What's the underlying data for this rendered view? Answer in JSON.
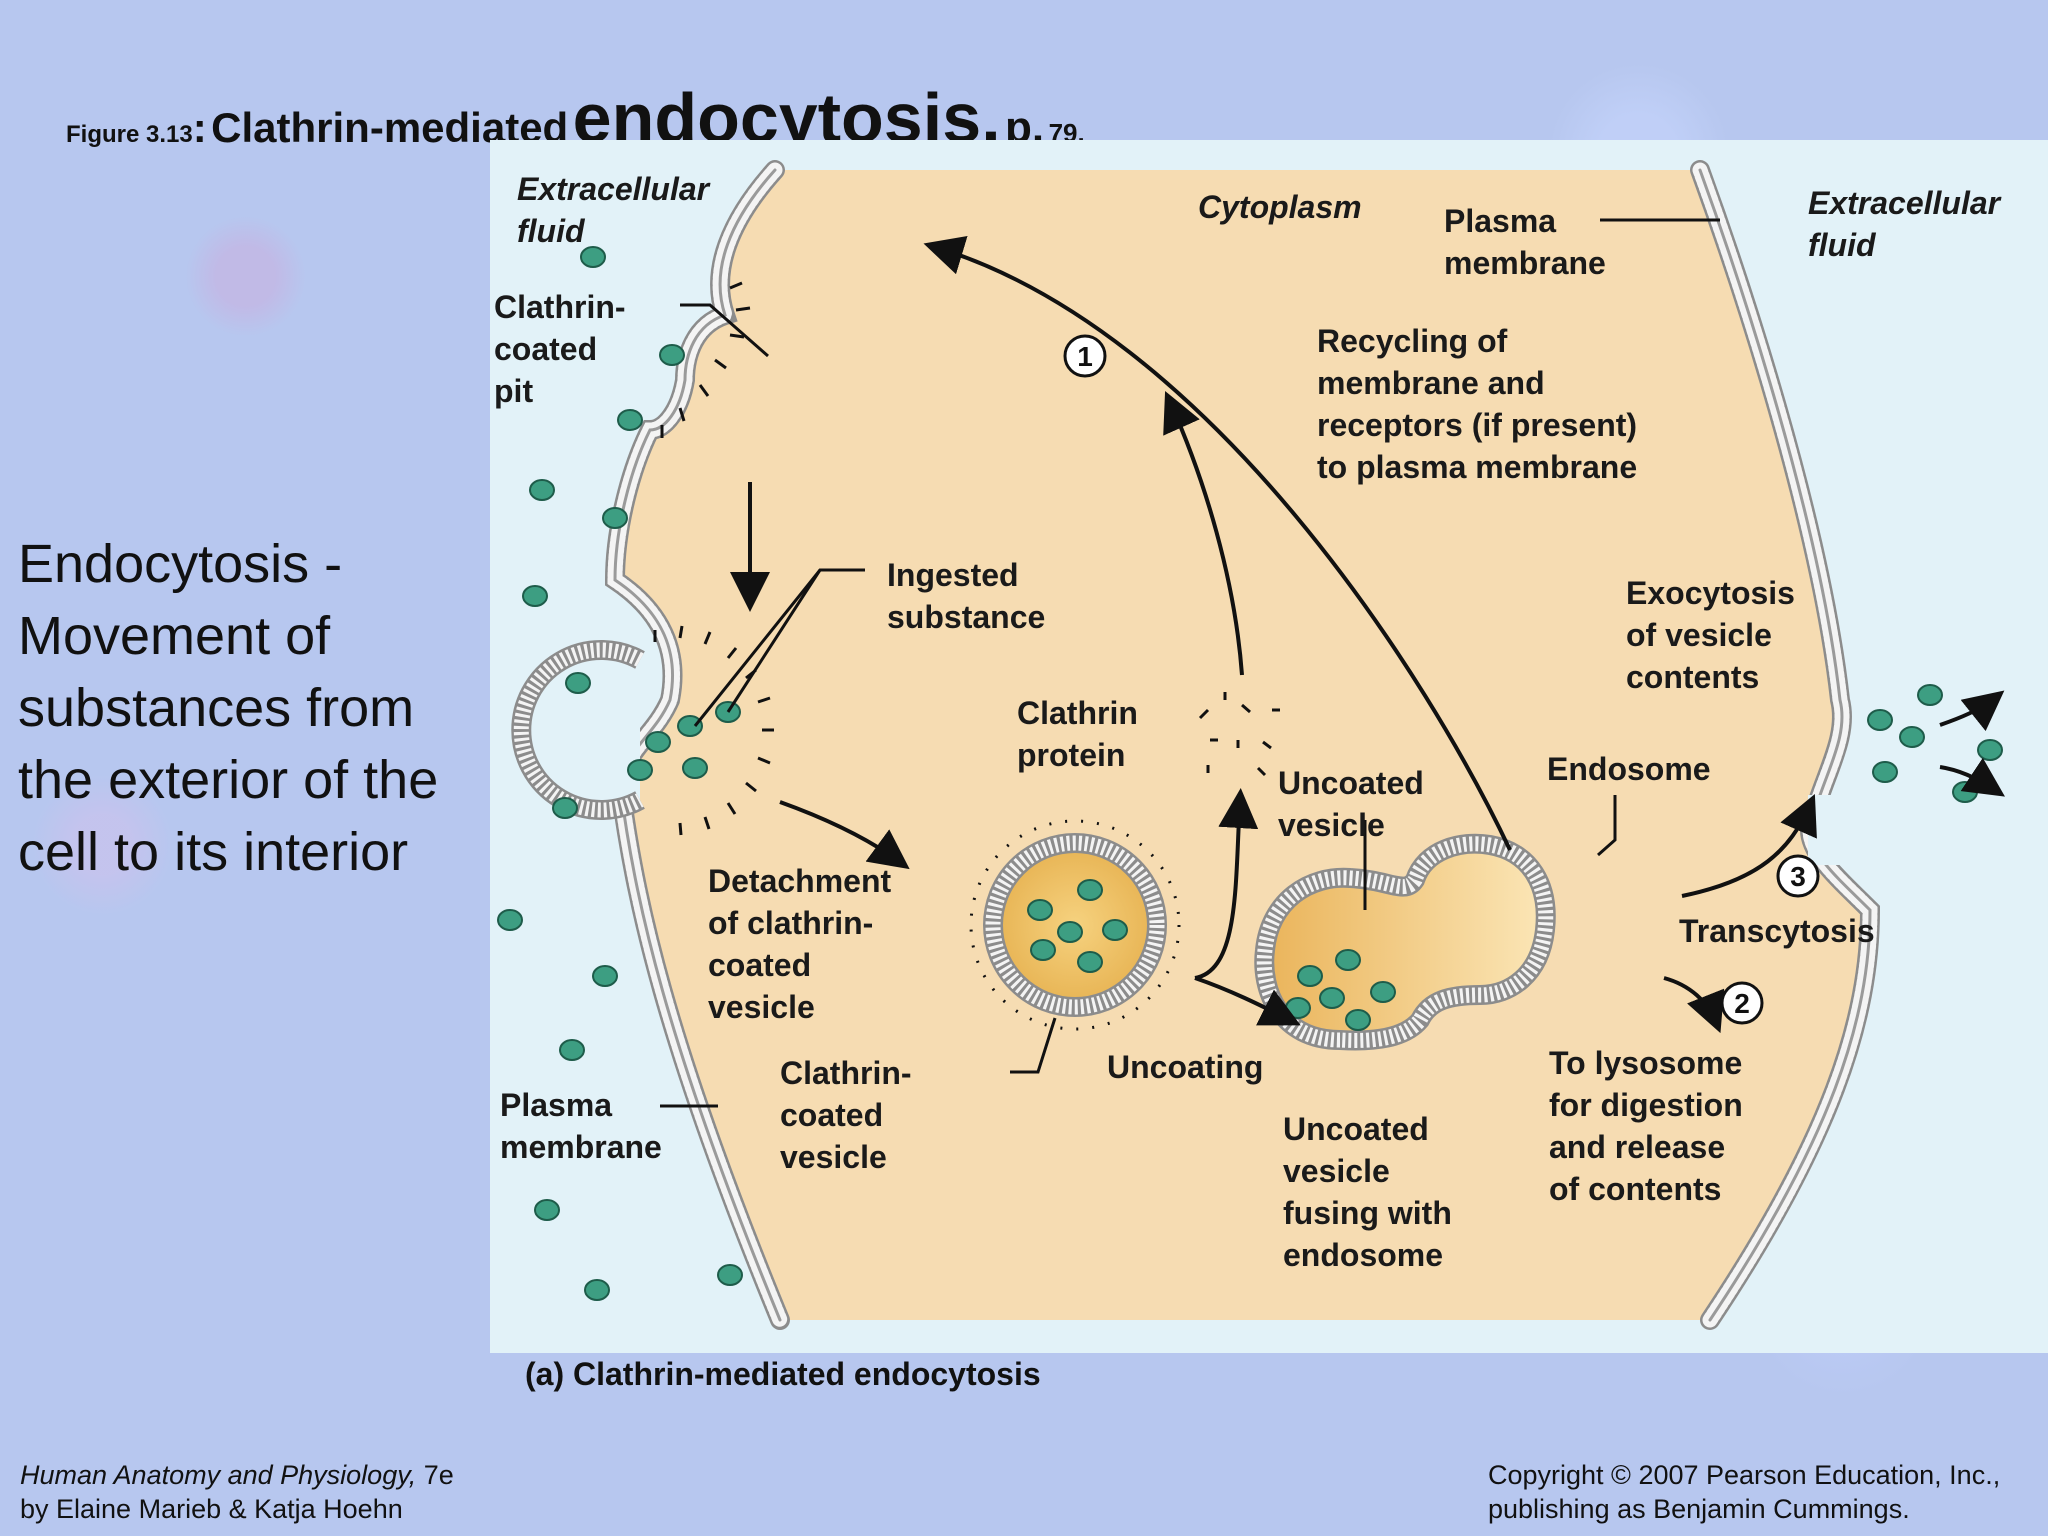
{
  "title": {
    "figure_label": "Figure 3.13",
    "colon": ":",
    "main_a": "Clathrin-mediated",
    "main_b": "endocytosis,",
    "page_prefix": "p.",
    "page_number": "79."
  },
  "side_text": "Endocytosis - Movement of substances from the exterior of the cell to its interior",
  "labels": {
    "extracellular_left": "Extracellular\nfluid",
    "cytoplasm": "Cytoplasm",
    "plasma_membrane_top": "Plasma\nmembrane",
    "extracellular_right": "Extracellular\nfluid",
    "clathrin_coated_pit": "Clathrin-\ncoated\npit",
    "recycling": "Recycling of\nmembrane and\nreceptors (if present)\nto plasma membrane",
    "ingested_substance": "Ingested\nsubstance",
    "exocytosis": "Exocytosis\nof vesicle\ncontents",
    "clathrin_protein": "Clathrin\nprotein",
    "uncoated_vesicle": "Uncoated\nvesicle",
    "endosome": "Endosome",
    "detachment": "Detachment\nof clathrin-\ncoated\nvesicle",
    "transcytosis": "Transcytosis",
    "clathrin_coated_vesicle": "Clathrin-\ncoated\nvesicle",
    "uncoating": "Uncoating",
    "to_lysosome": "To lysosome\nfor digestion\nand release\nof contents",
    "plasma_membrane_bottom": "Plasma\nmembrane",
    "uncoated_fusing": "Uncoated\nvesicle\nfusing with\nendosome"
  },
  "step_numbers": [
    "1",
    "2",
    "3"
  ],
  "caption": "(a) Clathrin-mediated endocytosis",
  "footer": {
    "book_title": "Human Anatomy and Physiology,",
    "edition": " 7e",
    "authors": "by Elaine Marieb & Katja Hoehn",
    "copyright_line1": "Copyright © 2007 Pearson Education, Inc.,",
    "copyright_line2": "publishing as Benjamin Cummings."
  },
  "colors": {
    "extracellular": "#e2f2f8",
    "cytoplasm": "#f6dcb2",
    "membrane": "#a9a9a9",
    "particle": "#3d9e82",
    "vesicle_fill": "#e8b85c",
    "arrow": "#111111"
  }
}
